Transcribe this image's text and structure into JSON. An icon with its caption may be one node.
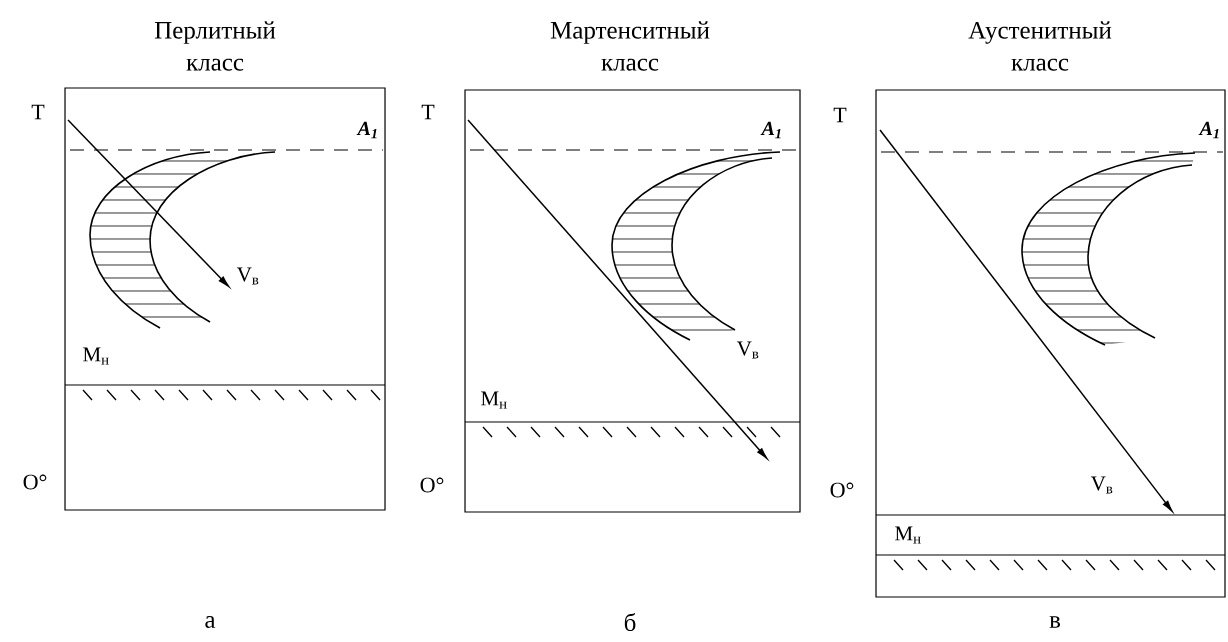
{
  "diagram": {
    "nodes": [
      {
        "text": [
          "Перлитный класс"
        ]
      },
      {
        "text": [
          "Мартенситный класс"
        ]
      },
      {
        "text": [
          "Аустенитный класс"
        ]
      }
    ],
    "labels": [
      "T",
      "A$_{1}$",
      "V$_{в}$",
      "М$_{н}$",
      "O°",
      "T",
      "A$_{1}$",
      "V$_{в}$",
      "М$_{н}$",
      "O°",
      "T",
      "A$_{1}$",
      "V$_{в}$",
      "М$_{н}$",
      "O°",
      "а",
      "б",
      "в"
    ]
  }
}
